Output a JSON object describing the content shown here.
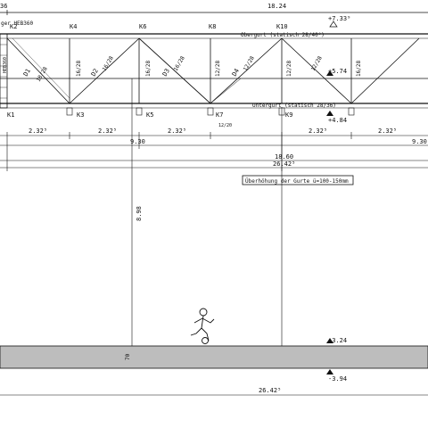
{
  "colors": {
    "line": "#111111",
    "floor_fill": "#bdbdbd",
    "background": "#ffffff"
  },
  "icons": [
    "person-with-ball-icon",
    "level-marker-triangle-icon"
  ],
  "dims": {
    "top_total": "18.24",
    "spacing": "2.32⁵",
    "pair": "9.30",
    "span": "18.60",
    "overall": "26.42⁵",
    "height": "8.98",
    "slab": "70",
    "bottom_overall": "26.42⁵"
  },
  "truss": {
    "top_left_label": "ger HEB360",
    "post_label": "HEB360",
    "top_chord_label": "Obergurt (statisch 28/40⁰)",
    "bottom_chord_label": "Untergurt (statisch 28/36)",
    "member_sizes": [
      "18/28",
      "16/28",
      "16/28",
      "16/28",
      "16/28",
      "12/28",
      "12/28",
      "12/28",
      "12/28",
      "16/28"
    ],
    "small_label": "12/20",
    "nodes_top": [
      "K2",
      "K4",
      "K6",
      "K8",
      "K10"
    ],
    "nodes_bottom": [
      "K1",
      "K3",
      "K5",
      "K7",
      "K9"
    ],
    "diagonals": [
      "D1",
      "D2",
      "D3",
      "D4"
    ]
  },
  "levels": {
    "top": "+7.33⁹",
    "mid": "+5.74",
    "bottom_chord": "+4.84",
    "floor_top": "-3.24",
    "floor_bottom": "-3.94"
  },
  "note": "Überhöhung der Gurte ü=100-150mm"
}
